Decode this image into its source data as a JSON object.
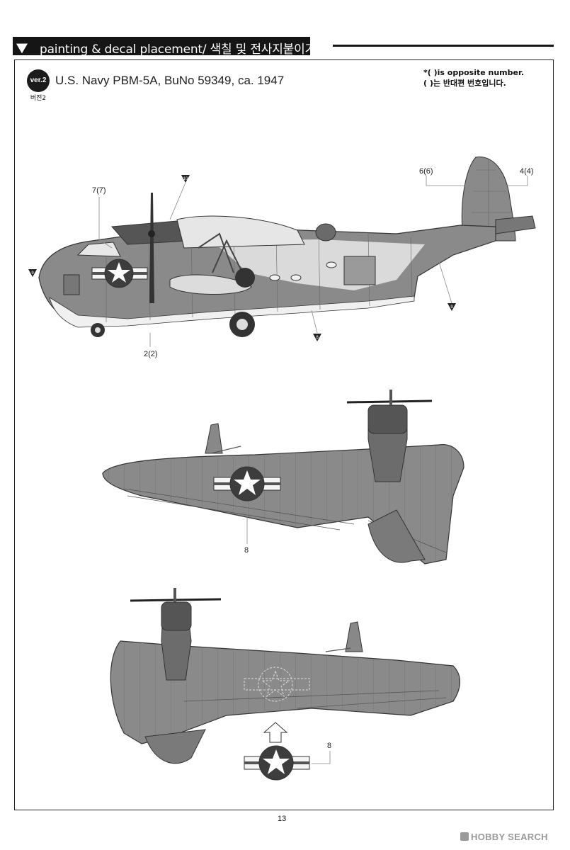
{
  "header": {
    "title": "painting & decal placement/ 색칠 및 전사지붙이기"
  },
  "version": {
    "badge": "ver.2",
    "sub": "버전2"
  },
  "subtitle": "U.S. Navy PBM-5A, BuNo 59349, ca. 1947",
  "note": {
    "line1": "*(     )is opposite number.",
    "line2": "(     )는 반대편 번호입니다."
  },
  "callouts": {
    "side_7": "7(7)",
    "side_6": "6(6)",
    "side_4": "4(4)",
    "side_2": "2(2)",
    "marker_10": "10",
    "marker_9a": "9",
    "marker_9b": "9",
    "marker_8": "8",
    "top_wing_8": "8",
    "bottom_wing_8": "8"
  },
  "page_number": "13",
  "watermark": "HOBBY SEARCH",
  "colors": {
    "fuselage_gray": "#8a8a8a",
    "dark_gray": "#555555",
    "light_gray": "#d9d9d9",
    "line": "#333333"
  }
}
